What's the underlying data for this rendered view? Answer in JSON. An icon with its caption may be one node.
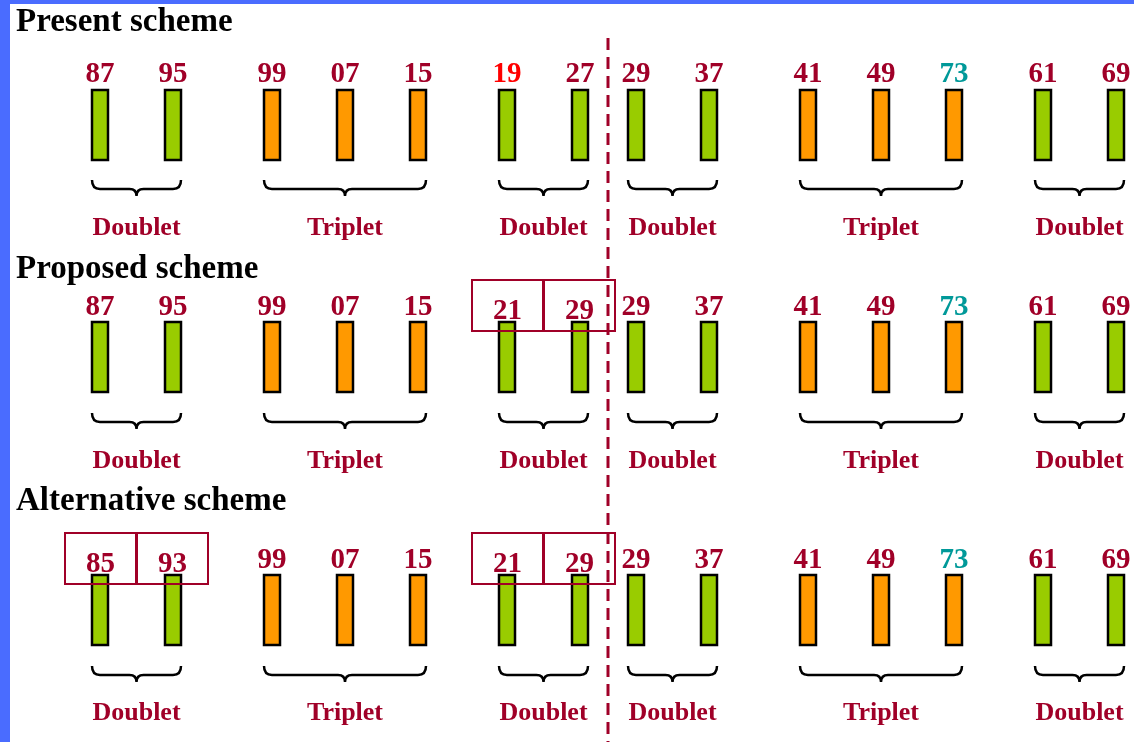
{
  "diagram": {
    "nodes": [
      {
        "text": [
          "21"
        ]
      },
      {
        "text": [
          "29"
        ]
      },
      {
        "text": [
          "85"
        ]
      },
      {
        "text": [
          "93"
        ]
      },
      {
        "text": [
          "21"
        ]
      },
      {
        "text": [
          "29"
        ]
      }
    ],
    "labels": [
      "Present scheme",
      "87",
      "95",
      "99",
      "07",
      "15",
      "19",
      "27",
      "29",
      "37",
      "41",
      "49",
      "73",
      "61",
      "69",
      "Doublet",
      "Triplet",
      "Doublet",
      "Doublet",
      "Triplet",
      "Doublet",
      "Proposed scheme",
      "87",
      "95",
      "99",
      "07",
      "15",
      "29",
      "37",
      "41",
      "49",
      "73",
      "61",
      "69",
      "Doublet",
      "Triplet",
      "Doublet",
      "Doublet",
      "Triplet",
      "Doublet",
      "Alternative scheme",
      "99",
      "07",
      "15",
      "29",
      "37",
      "41",
      "49",
      "73",
      "61",
      "69",
      "Doublet",
      "Triplet",
      "Doublet",
      "Doublet",
      "Triplet",
      "Doublet"
    ]
  }
}
